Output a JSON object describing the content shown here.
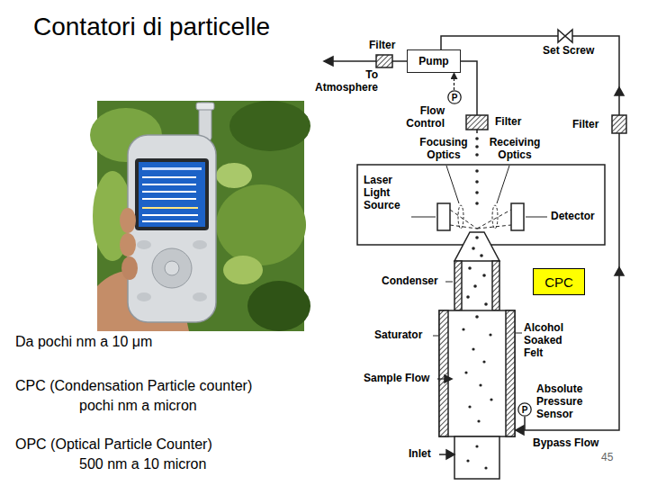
{
  "diagram": {
    "title": "Contatori di particelle",
    "nodes": [
      {
        "text": [
          "Pump"
        ]
      },
      {
        "text": [
          "P"
        ]
      },
      {
        "text": [
          "CPC"
        ]
      },
      {
        "text": [
          "P"
        ]
      }
    ],
    "edges": [
      {
        "from": 1,
        "to": 0,
        "arrow": "to"
      }
    ],
    "labels": [
      "Da pochi nm a 10 μm",
      "CPC (Condensation Particle counter)",
      "pochi nm a micron",
      "OPC (Optical Particle Counter)",
      "500 nm a 10 micron",
      "Filter",
      "Set Screw",
      "To Atmosphere",
      "Flow Control",
      "Filter",
      "Filter",
      "Focusing Optics",
      "Receiving Optics",
      "Laser Light Source",
      "Detector",
      "Condenser",
      "Saturator",
      "Alcohol Soaked Felt",
      "Sample Flow",
      "Absolute Pressure Sensor",
      "Inlet",
      "Bypass Flow",
      "45"
    ]
  }
}
